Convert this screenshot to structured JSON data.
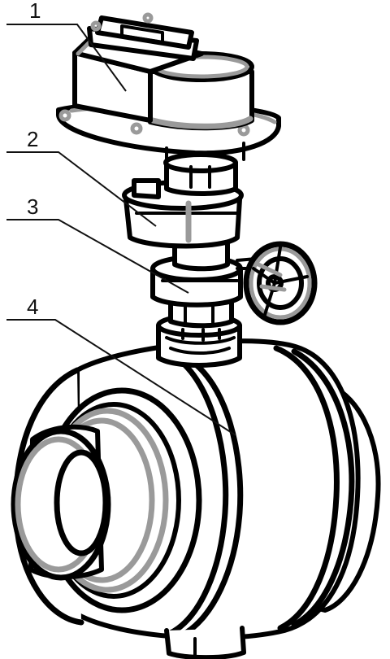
{
  "figure": {
    "callouts": [
      {
        "id": "1",
        "label": "1"
      },
      {
        "id": "2",
        "label": "2"
      },
      {
        "id": "3",
        "label": "3"
      },
      {
        "id": "4",
        "label": "4"
      }
    ],
    "colors": {
      "line": "#000000",
      "highlight": "#9a9a9a",
      "background": "#ffffff"
    }
  }
}
